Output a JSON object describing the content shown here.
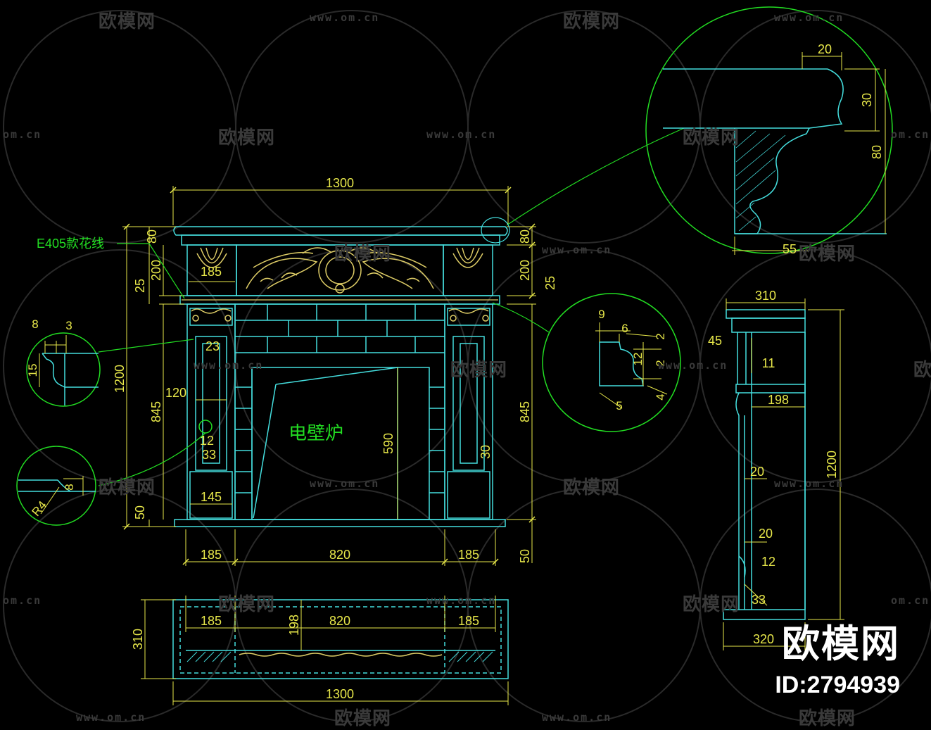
{
  "drawing": {
    "callout_label": "E405款花线",
    "fireplace_label": "电壁炉",
    "front": {
      "overall_width": "1300",
      "overall_height": "1200",
      "cornice_height": "80",
      "frieze_height": "200",
      "band_height": "25",
      "pilaster_height": "845",
      "plinth_height": "50",
      "side_width": "185",
      "opening_width": "820",
      "opening_height": "590",
      "frieze_rosette": "185",
      "pilaster_panel_width": "120",
      "pilaster_base_width": "145",
      "panel_margin": "23",
      "panel_dim_a": "12",
      "panel_dim_b": "33",
      "panel_dim_c": "30"
    },
    "plan": {
      "depth": "310",
      "width": "1300",
      "side_width": "185",
      "opening_width": "820",
      "inner_depth": "198"
    },
    "side": {
      "top_depth": "310",
      "bottom_depth": "320",
      "height": "1200",
      "projection": "45",
      "step": "11",
      "inner_depth": "198",
      "dim_a": "20",
      "dim_b": "20",
      "dim_c": "12",
      "dim_d": "33"
    },
    "detail_cornice": {
      "width_top": "20",
      "height_a": "30",
      "height_b": "80",
      "width_bottom": "55"
    },
    "detail_band": {
      "a": "9",
      "b": "6",
      "c": "2",
      "d": "12",
      "e": "2",
      "f": "4",
      "g": "5"
    },
    "detail_left_top": {
      "a": "8",
      "b": "3",
      "c": "15"
    },
    "detail_left_bottom": {
      "radius": "R4",
      "a": "8"
    }
  },
  "watermark": {
    "logo_text": "欧模网",
    "url_text": "www.om.cn",
    "url_short": "om.cn",
    "brand": "欧模网",
    "id": "ID:2794939"
  },
  "colors": {
    "background": "#000000",
    "outline": "#44dddd",
    "dimension": "#e8e84a",
    "callout": "#22dd22",
    "ornament": "#ddcc66",
    "watermark": "#3a3a3a"
  }
}
